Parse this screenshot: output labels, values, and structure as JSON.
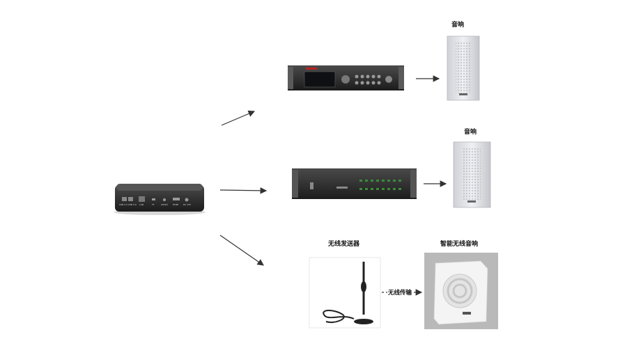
{
  "labels": {
    "speaker_top": "音响",
    "speaker_middle": "音响",
    "wireless_transmitter": "无线发送器",
    "smart_wireless_speaker": "智能无线音响",
    "wireless_transmission": "无线传输"
  },
  "media_box_ports": {
    "usb": "USB 2.0  USB 2.0",
    "lan": "LAN",
    "tf": "TF",
    "audio": "AUDIO",
    "hdmi": "HDMI",
    "dc": "DC 12V"
  },
  "icons": {
    "media_box": "media-box-icon",
    "amplifier": "amplifier-icon",
    "power_sequencer": "power-sequencer-icon",
    "column_speaker": "column-speaker-icon",
    "antenna": "antenna-icon",
    "wall_speaker": "wall-speaker-icon"
  },
  "colors": {
    "line": "#333333",
    "device_dark": "#2a2a2a",
    "speaker_grey": "#dcdde1"
  }
}
